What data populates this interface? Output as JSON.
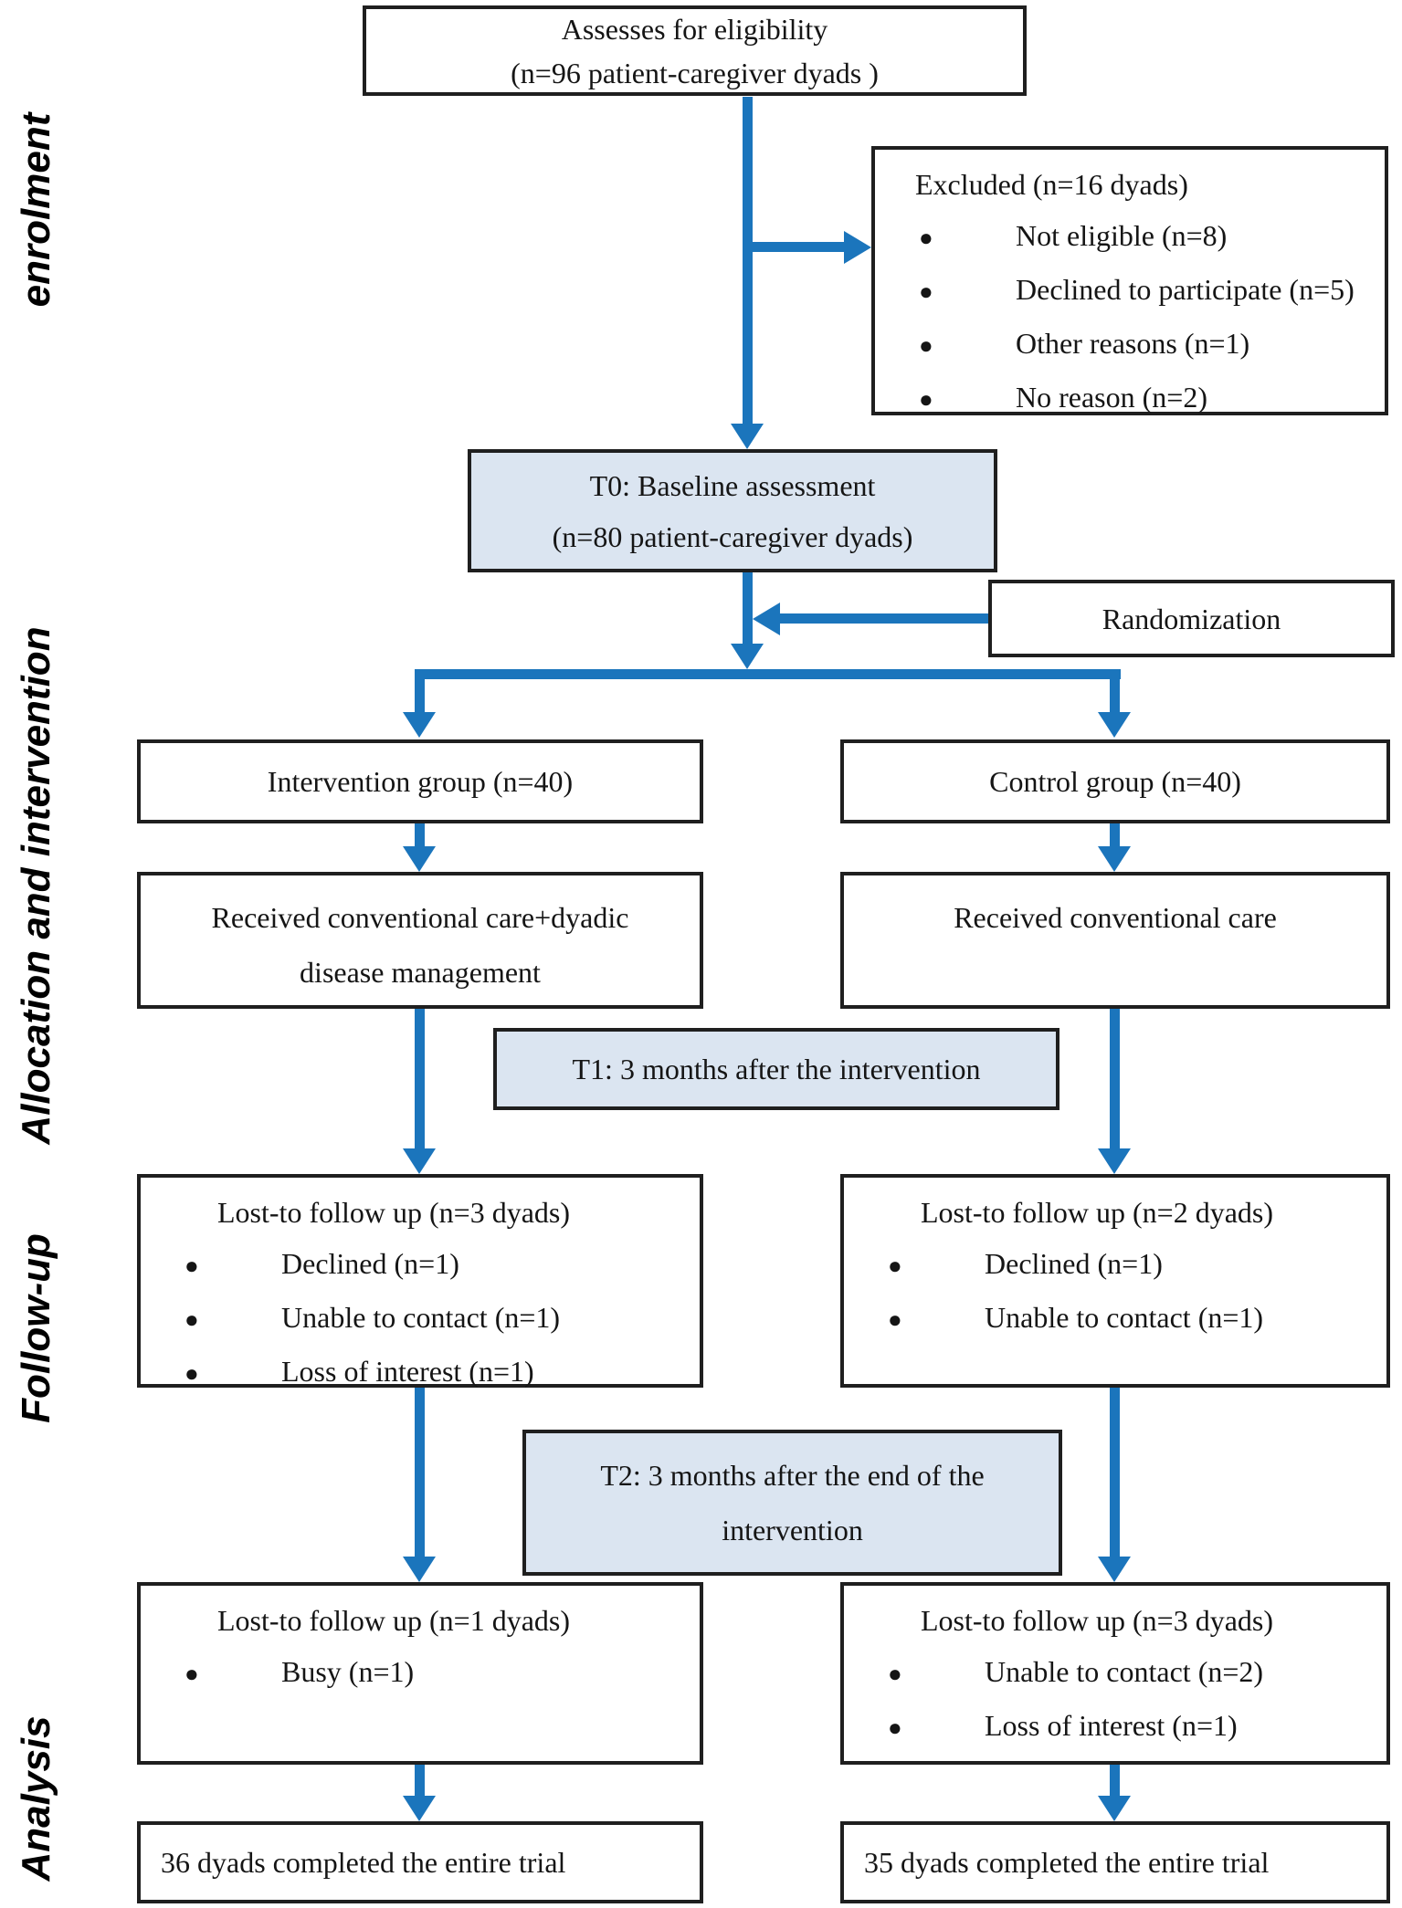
{
  "colors": {
    "arrow": "#1b75bc",
    "shaded-bg": "#dbe5f1",
    "box-border": "#1f1f1f",
    "text": "#151515"
  },
  "glyphs": {
    "bullet": "●"
  },
  "side_labels": {
    "enrolment": "enrolment",
    "allocation": "Allocation and intervention",
    "followup": "Follow-up",
    "analysis": "Analysis"
  },
  "boxes": {
    "assess": {
      "line1": "Assesses for eligibility",
      "line2": "(n=96 patient-caregiver dyads )"
    },
    "excluded": {
      "title": "Excluded (n=16 dyads)",
      "items": [
        "Not eligible (n=8)",
        "Declined to participate (n=5)",
        "Other reasons (n=1)",
        "No reason (n=2)"
      ]
    },
    "t0": {
      "line1": "T0: Baseline assessment",
      "line2": "(n=80 patient-caregiver dyads)"
    },
    "randomization": {
      "label": "Randomization"
    },
    "intervention_group": {
      "label": "Intervention group (n=40)"
    },
    "control_group": {
      "label": "Control group (n=40)"
    },
    "intervention_care": {
      "line1": "Received conventional care+dyadic",
      "line2": "disease management"
    },
    "control_care": {
      "label": "Received conventional care"
    },
    "t1": {
      "label": "T1: 3 months after the intervention"
    },
    "fu1_intervention": {
      "title": "Lost-to follow up (n=3 dyads)",
      "items": [
        "Declined (n=1)",
        "Unable to contact (n=1)",
        "Loss of interest (n=1)"
      ]
    },
    "fu1_control": {
      "title": "Lost-to follow up (n=2 dyads)",
      "items": [
        "Declined (n=1)",
        "Unable to contact (n=1)"
      ]
    },
    "t2": {
      "line1": "T2: 3 months after the end of the",
      "line2": "intervention"
    },
    "fu2_intervention": {
      "title": "Lost-to follow up (n=1 dyads)",
      "items": [
        "Busy (n=1)"
      ]
    },
    "fu2_control": {
      "title": "Lost-to follow up (n=3 dyads)",
      "items": [
        "Unable to contact (n=2)",
        "Loss of interest (n=1)"
      ]
    },
    "completed_intervention": {
      "label": "36 dyads completed the entire trial"
    },
    "completed_control": {
      "label": "35 dyads completed the entire trial"
    }
  }
}
